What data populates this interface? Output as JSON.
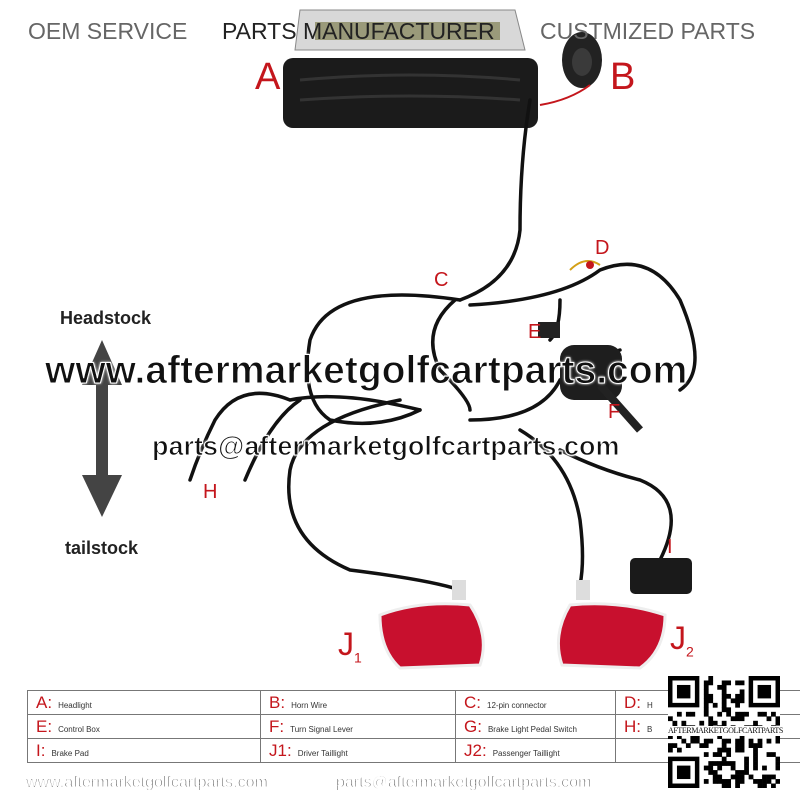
{
  "header": {
    "items": [
      "OEM SERVICE",
      "PARTS MANUFACTURER",
      "CUSTMIZED PARTS"
    ]
  },
  "direction": {
    "top": "Headstock",
    "bottom": "tailstock"
  },
  "labels": {
    "A": "A",
    "B": "B",
    "C": "C",
    "D": "D",
    "E": "E",
    "F": "F",
    "H": "H",
    "I": "I",
    "J1": "J",
    "J1_sub": "1",
    "J2": "J",
    "J2_sub": "2"
  },
  "watermarks": {
    "website": "www.aftermarketgolfcartparts.com",
    "email": "parts@aftermarketgolfcartparts.com"
  },
  "legend": [
    [
      {
        "k": "A:",
        "v": "Headlight"
      },
      {
        "k": "B:",
        "v": "Horn Wire"
      },
      {
        "k": "C:",
        "v": "12-pin connector"
      },
      {
        "k": "D:",
        "v": "H"
      }
    ],
    [
      {
        "k": "E:",
        "v": "Control Box"
      },
      {
        "k": "F:",
        "v": "Turn Signal Lever"
      },
      {
        "k": "G:",
        "v": "Brake Light Pedal Switch"
      },
      {
        "k": "H:",
        "v": "B"
      }
    ],
    [
      {
        "k": "I:",
        "v": "Brake Pad"
      },
      {
        "k": "J1:",
        "v": "Driver Taillight"
      },
      {
        "k": "J2:",
        "v": "Passenger Taillight"
      },
      {
        "k": "",
        "v": ""
      }
    ]
  ],
  "footer": {
    "website": "www.aftermarketgolfcartparts.com",
    "email": "parts@aftermarketgolfcartparts.com"
  },
  "qr": {
    "caption": "AFTERMARKETGOLFCARTPARTS"
  },
  "colors": {
    "label_red": "#c4161c",
    "wire": "#111111",
    "taillight": "#c8102e"
  }
}
